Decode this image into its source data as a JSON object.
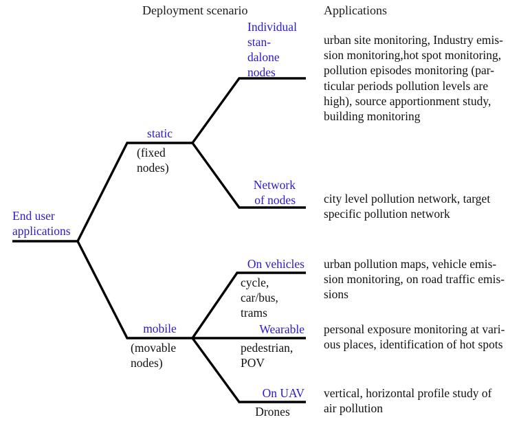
{
  "headers": {
    "deployment": "Deployment scenario",
    "applications": "Applications"
  },
  "root": {
    "label": "End user\napplications"
  },
  "branches": {
    "static": {
      "label": "static",
      "sub": "(fixed\nnodes)"
    },
    "mobile": {
      "label": "mobile",
      "sub": "(movable\nnodes)"
    }
  },
  "leaves": {
    "individual": {
      "label": "Individual\nstan-\ndalone\nnodes",
      "sub": "",
      "applications": "urban site monitoring, Industry emis-\nsion monitoring,hot spot monitoring,\npollution episodes monitoring (par-\nticular periods pollution levels are\nhigh), source apportionment study,\nbuilding monitoring"
    },
    "network": {
      "label": "Network\nof nodes",
      "sub": "",
      "applications": "city level pollution network, target\nspecific pollution network"
    },
    "vehicles": {
      "label": "On vehicles",
      "sub": "cycle,\ncar/bus,\ntrams",
      "applications": "urban pollution maps, vehicle emis-\nsion monitoring, on road traffic emis-\nsions"
    },
    "wearable": {
      "label": "Wearable",
      "sub": "pedestrian,\nPOV",
      "applications": "personal exposure monitoring at vari-\nous places, identification of hot spots"
    },
    "uav": {
      "label": "On UAV",
      "sub": "Drones",
      "applications": "vertical, horizontal profile study of\nair pollution"
    }
  },
  "colors": {
    "node_label": "#2a1ad0",
    "text": "#111111",
    "line": "#000000",
    "background": "#ffffff"
  }
}
